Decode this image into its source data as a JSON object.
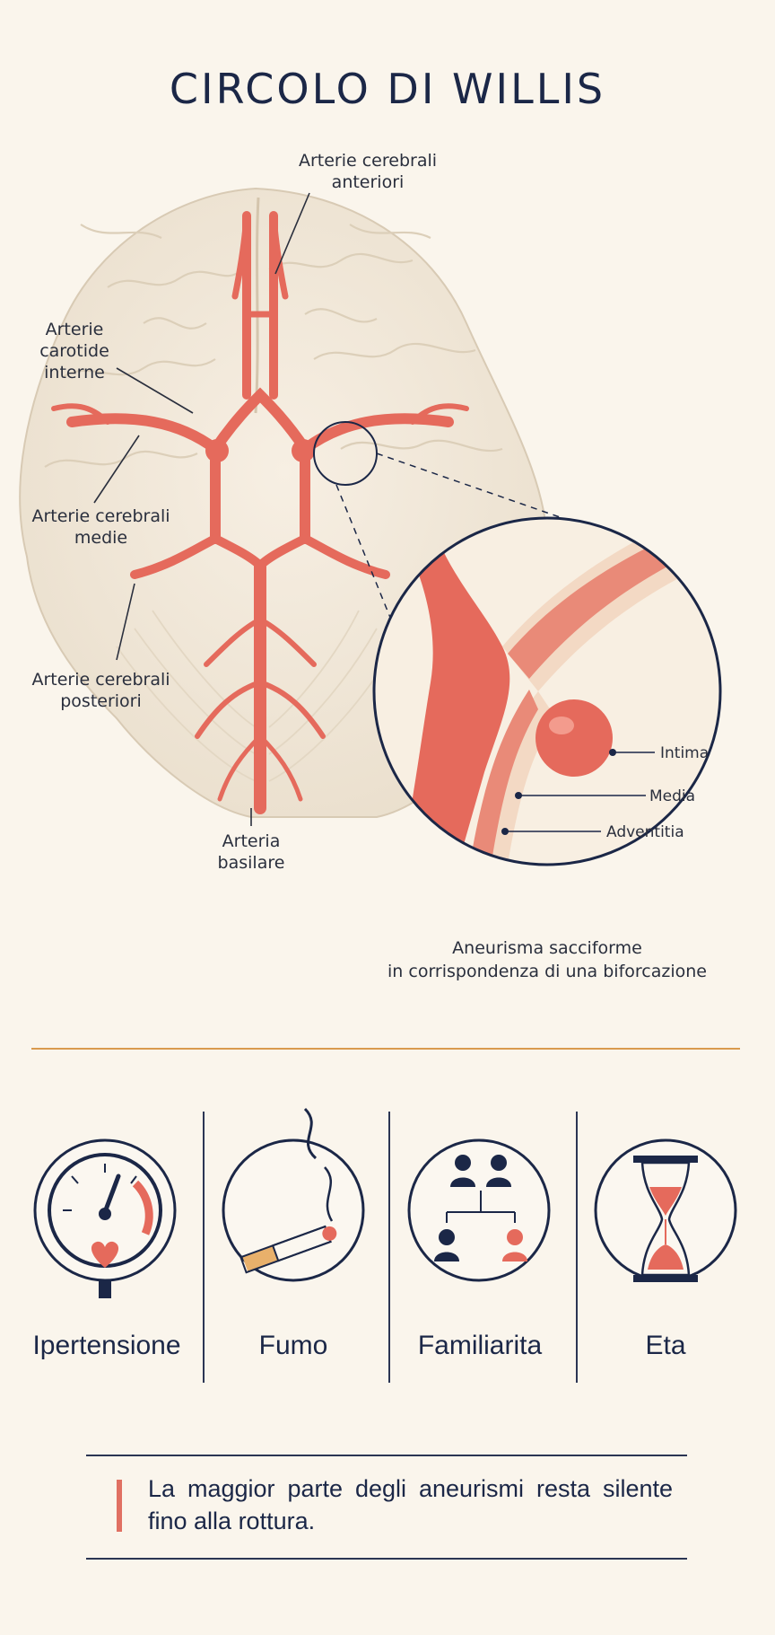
{
  "title": "CIRCOLO DI WILLIS",
  "labels": {
    "anterior": "Arterie cerebrali\nanteriori",
    "carotid": "Arterie\ncarotide\ninterne",
    "middle": "Arterie cerebrali\nmedie",
    "posterior": "Arterie cerebrali\nposteriori",
    "basilar": "Arteria\nbasilare"
  },
  "layers": {
    "intima": "Intima",
    "media": "Media",
    "adventitia": "Adventitia"
  },
  "caption": "Aneurisma sacciforme\nin corrispondenza di una biforcazione",
  "risk_factors": [
    {
      "label": "Ipertensione",
      "icon": "blood-pressure-gauge-icon"
    },
    {
      "label": "Fumo",
      "icon": "cigarette-icon"
    },
    {
      "label": "Familiarita",
      "icon": "family-tree-icon"
    },
    {
      "label": "Eta",
      "icon": "hourglass-icon"
    }
  ],
  "note": "La maggior parte degli aneurismi resta silente fino alla rottura.",
  "colors": {
    "artery": "#e56a5c",
    "navy": "#1b2747",
    "accent": "#d99a4e",
    "background": "#faf5ec"
  }
}
